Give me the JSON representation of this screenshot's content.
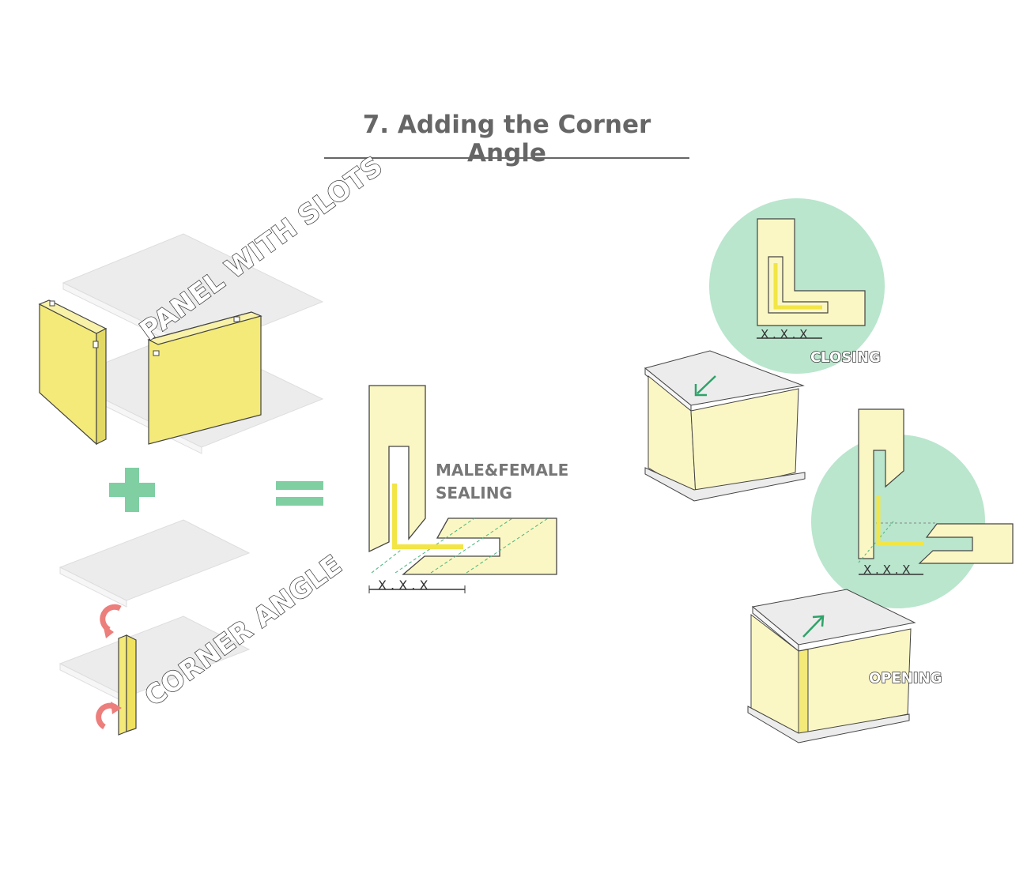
{
  "title": "7. Adding the Corner Angle",
  "labels": {
    "panel_with_slots": "PANEL WITH SLOTS",
    "corner_angle": "CORNER ANGLE",
    "male_female_line1": "MALE&FEMALE",
    "male_female_line2": "SEALING",
    "closing": "CLOSING",
    "opening": "OPENING"
  },
  "dimension_marks": {
    "center": "X . X . X",
    "closing": "X . X . X",
    "opening": "X . X . X"
  },
  "colors": {
    "panel_yellow": "#f3ea7a",
    "pale_yellow": "#fbf7c4",
    "board_gray": "#ececec",
    "circle_green": "#b9e6cd",
    "symbol_green": "#7fcfa3",
    "arrow_red": "#ec7e7b",
    "arrow_green": "#2ea36a",
    "angle_yellow": "#f2e545"
  },
  "symbols": {
    "plus": "plus-sign",
    "equals": "equals-sign"
  }
}
